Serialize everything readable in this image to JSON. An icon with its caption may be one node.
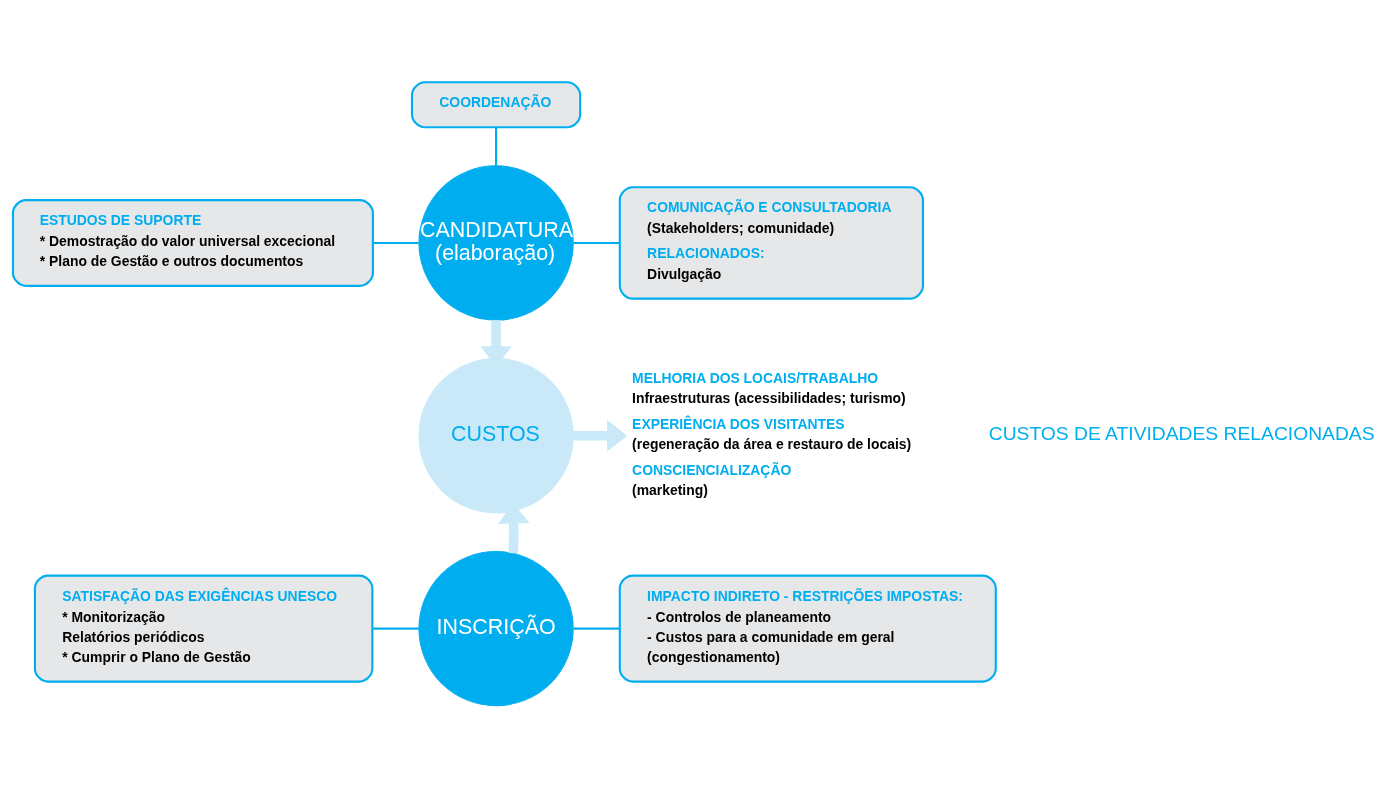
{
  "diagram": {
    "nodes": [
      {
        "text": [
          "COORDENAÇÃO"
        ]
      },
      {
        "text": [
          "ESTUDOS DE SUPORTE",
          "* Demostração do valor universal excecional",
          "* Plano de Gestão e outros documentos"
        ]
      },
      {
        "text": [
          "CANDIDATURA (elaboração)"
        ]
      },
      {
        "text": [
          "COMUNICAÇÃO E CONSULTADORIA",
          "(Stakeholders; comunidade)",
          "RELACIONADOS:",
          "Divulgação"
        ]
      },
      {
        "text": [
          "CUSTOS"
        ]
      },
      {
        "text": [
          "MELHORIA DOS LOCAIS/TRABALHO",
          "Infraestruturas (acessibilidades; turismo)",
          "EXPERIÊNCIA DOS VISITANTES",
          "(regeneração da área e restauro de locais)",
          "CONSCIENCIALIZAÇÃO",
          "(marketing)"
        ]
      },
      {
        "text": [
          "SATISFAÇÃO DAS EXIGÊNCIAS UNESCO",
          "* Monitorização",
          "Relatórios periódicos",
          "* Cumprir o Plano de Gestão"
        ]
      },
      {
        "text": [
          "INSCRIÇÃO"
        ]
      },
      {
        "text": [
          "IMPACTO INDIRETO - RESTRIÇÕES IMPOSTAS:",
          "- Controlos de planeamento",
          "- Custos para a comunidade em geral",
          "(congestionamento)"
        ]
      }
    ],
    "edges": [
      {
        "from": 0,
        "to": 2,
        "arrow": "none"
      },
      {
        "from": 1,
        "to": 2,
        "arrow": "none"
      },
      {
        "from": 2,
        "to": 3,
        "arrow": "none"
      },
      {
        "from": 2,
        "to": 4,
        "arrow": "to",
        "style": "thick",
        "color": "#c9e9f8"
      },
      {
        "from": 7,
        "to": 4,
        "arrow": "to",
        "style": "thick",
        "color": "#c9e9f8"
      },
      {
        "from": 4,
        "to": 5,
        "arrow": "to",
        "style": "thick",
        "color": "#c9e9f8"
      },
      {
        "from": 6,
        "to": 7,
        "arrow": "none"
      },
      {
        "from": 7,
        "to": 8,
        "arrow": "none"
      }
    ],
    "labels": [
      "CUSTOS DE ATIVIDADES RELACIONADAS"
    ]
  }
}
